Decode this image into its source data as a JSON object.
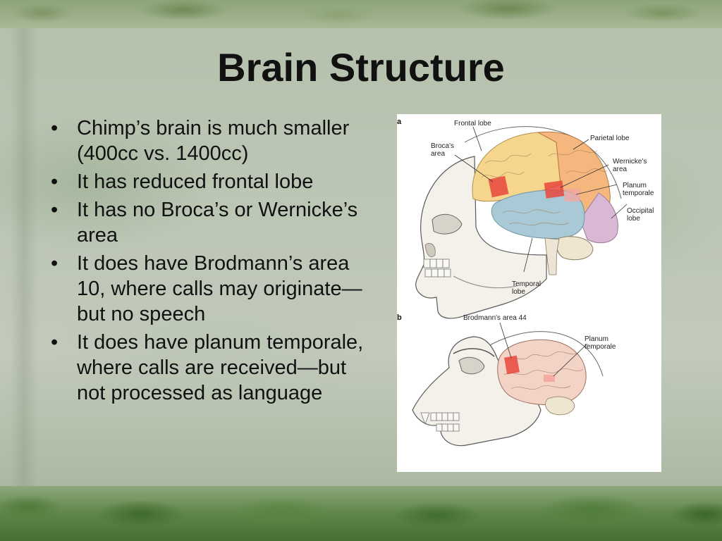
{
  "slide": {
    "title": "Brain Structure",
    "bullets": [
      "Chimp’s brain is much smaller (400cc vs. 1400cc)",
      "It has reduced frontal lobe",
      "It has no Broca’s or Wernicke’s area",
      "It does have Brodmann’s area 10, where calls may originate—but no speech",
      "It does have planum temporale, where calls are received—but not processed as language"
    ],
    "bullet_glyph": "•"
  },
  "figure": {
    "panel_a": {
      "letter": "a",
      "labels": {
        "frontal": "Frontal lobe",
        "broca_1": "Broca's",
        "broca_2": "area",
        "parietal": "Parietal lobe",
        "wernicke_1": "Wernicke's",
        "wernicke_2": "area",
        "planum_1": "Planum",
        "planum_2": "temporale",
        "occipital_1": "Occipital",
        "occipital_2": "lobe",
        "temporal_1": "Temporal",
        "temporal_2": "lobe"
      }
    },
    "panel_b": {
      "letter": "b",
      "labels": {
        "brodmann": "Brodmann's area 44",
        "planum_1": "Planum",
        "planum_2": "temporale"
      }
    },
    "colors": {
      "frontal": "#f6d58c",
      "parietal": "#f6b77e",
      "temporal": "#a9c9d6",
      "occipital": "#d9b8d6",
      "highlight": "#e8463c",
      "chimp_brain": "#f3d3c6"
    }
  }
}
